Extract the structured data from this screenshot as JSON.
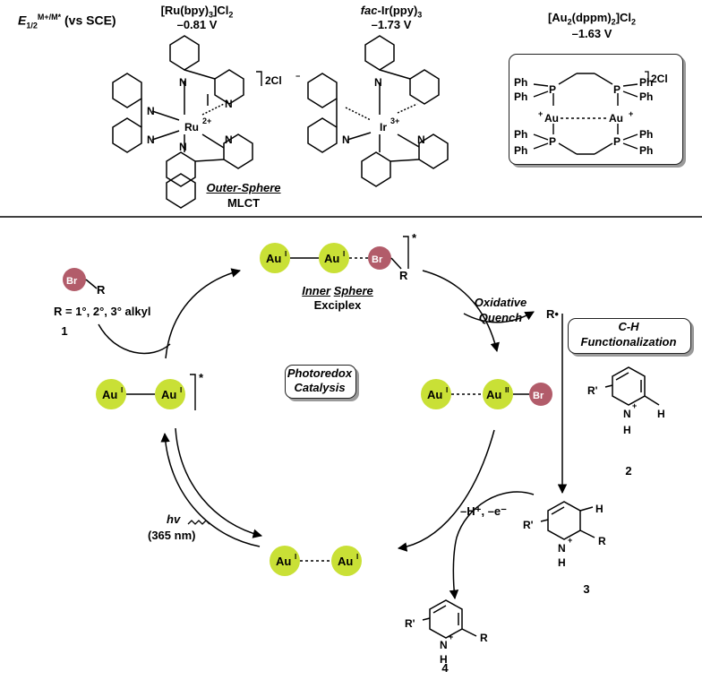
{
  "header": {
    "e_label": "E",
    "e_sub": "1/2",
    "e_sup": "M+/M*",
    "e_tail": " (vs SCE)",
    "ru": {
      "formula_a": "[Ru(bpy)",
      "formula_sub": "3",
      "formula_b": "]Cl",
      "formula_sub2": "2",
      "potential": "–0.81 V"
    },
    "ir": {
      "prefix": "fac",
      "formula": "-Ir(ppy)",
      "formula_sub": "3",
      "potential": "–1.73 V"
    },
    "au": {
      "formula_a": "[Au",
      "sub1": "2",
      "formula_b": "(dppm)",
      "sub2": "2",
      "formula_c": "]Cl",
      "sub3": "2",
      "potential": "–1.63 V"
    }
  },
  "structures": {
    "ru_center": "Ru",
    "ru_charge": "2+",
    "counterion": "2Cl",
    "ir_center": "Ir",
    "ir_charge": "3+",
    "n": "N",
    "p": "P",
    "ph": "Ph",
    "au": "Au",
    "plus": "+"
  },
  "labels": {
    "outer_sphere": "Outer-Sphere",
    "mlct": "MLCT",
    "inner": "Inner",
    "sphere": "Sphere",
    "exciplex": "Exciplex",
    "oxidative": "Oxidative",
    "quench": "Quench",
    "photoredox": "Photoredox",
    "catalysis": "Catalysis",
    "ch": "C-H",
    "functionalization": "Functionalization",
    "r_condition": "R = 1°, 2°, 3° alkyl",
    "hv": "hv",
    "wavelength": "(365 nm)",
    "deprotonation": "–H⁺, –e⁻"
  },
  "cycle": {
    "au_i": "Au",
    "i": "I",
    "ii": "II",
    "br": "Br",
    "r": "R",
    "star": "*",
    "radical": "R•"
  },
  "compounds": {
    "c1": "1",
    "c2": "2",
    "c3": "3",
    "c4": "4",
    "rprime": "R'",
    "h": "H",
    "n": "N"
  },
  "colors": {
    "au_fill": "#c9e036",
    "br_fill": "#b25c6a",
    "shadow": "#9a9a9a"
  }
}
